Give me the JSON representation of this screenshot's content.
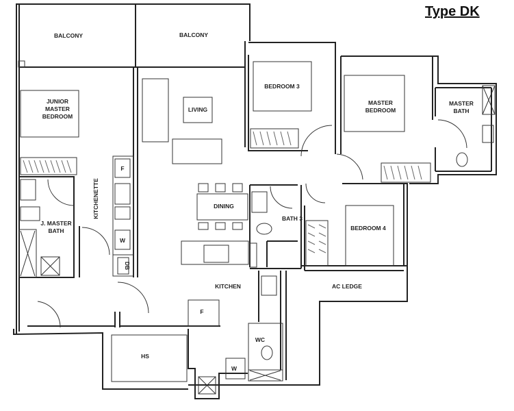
{
  "title": "Type DK",
  "rooms": {
    "balcony_1": "BALCONY",
    "balcony_2": "BALCONY",
    "junior_master_bedroom": [
      "JUNIOR",
      "MASTER",
      "BEDROOM"
    ],
    "living": "LIVING",
    "bedroom_3": "BEDROOM 3",
    "master_bedroom": [
      "MASTER",
      "BEDROOM"
    ],
    "master_bath": [
      "MASTER",
      "BATH"
    ],
    "kitchenette": "KITCHENETTE",
    "j_master_bath": [
      "J. MASTER",
      "BATH"
    ],
    "dining": "DINING",
    "bath_3": "BATH 3",
    "bedroom_4": "BEDROOM 4",
    "ac_ledge": "AC LEDGE",
    "kitchen": "KITCHEN",
    "wc": "WC",
    "hs": "HS"
  },
  "fixtures": {
    "fridge_kitchenette": "F",
    "washer_kitchenette": "W",
    "db": "DB",
    "fridge_kitchen": "F",
    "washer_kitchen": "W"
  }
}
